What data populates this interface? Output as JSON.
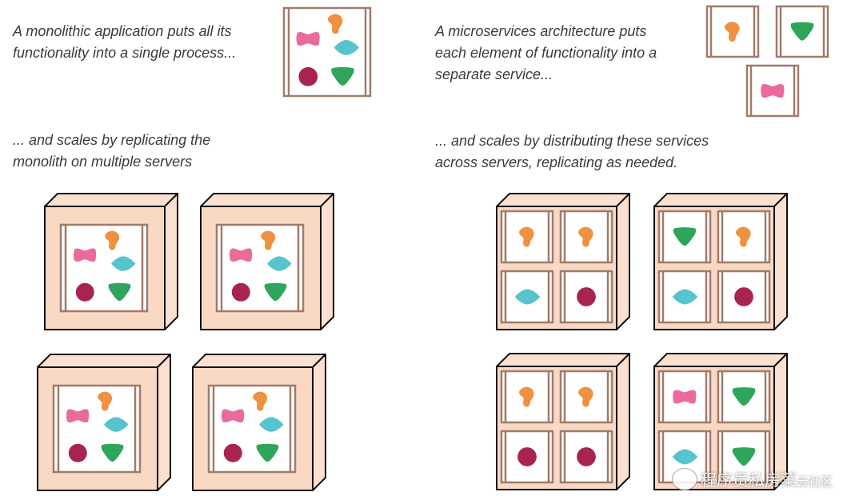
{
  "captions": {
    "monolith_intro": [
      "A monolithic application puts all its",
      "functionality into a single process..."
    ],
    "monolith_scale": [
      "... and scales by replicating the",
      "monolith on multiple servers"
    ],
    "micro_intro": [
      "A microservices architecture puts",
      "each element of functionality into a",
      "separate service..."
    ],
    "micro_scale": [
      "... and scales by distributing these services",
      "across servers, replicating as needed."
    ]
  },
  "watermark": {
    "text": "程序员私房菜",
    "suffix": "云社区"
  },
  "colors": {
    "server_face": "#f9d8c4",
    "server_side": "#fbe0cf",
    "outline": "#111111",
    "frame": "#a07b6b",
    "pink": "#ea6a9c",
    "orange": "#ee9140",
    "teal": "#57c3cc",
    "maroon": "#a8244f",
    "green": "#2fa55b"
  },
  "shapes": {
    "monolith_set": [
      "orange-blob",
      "pink-bow",
      "teal-diamond",
      "maroon-circle",
      "green-triangle"
    ],
    "micro_servers": [
      [
        "orange-blob",
        "orange-blob",
        "teal-diamond",
        "maroon-circle"
      ],
      [
        "green-triangle",
        "orange-blob",
        "teal-diamond",
        "maroon-circle"
      ],
      [
        "orange-blob",
        "orange-blob",
        "maroon-circle",
        "maroon-circle"
      ],
      [
        "pink-bow",
        "green-triangle",
        "teal-diamond",
        "green-triangle"
      ]
    ],
    "standalone_services": [
      "orange-blob",
      "green-triangle",
      "pink-bow"
    ]
  }
}
